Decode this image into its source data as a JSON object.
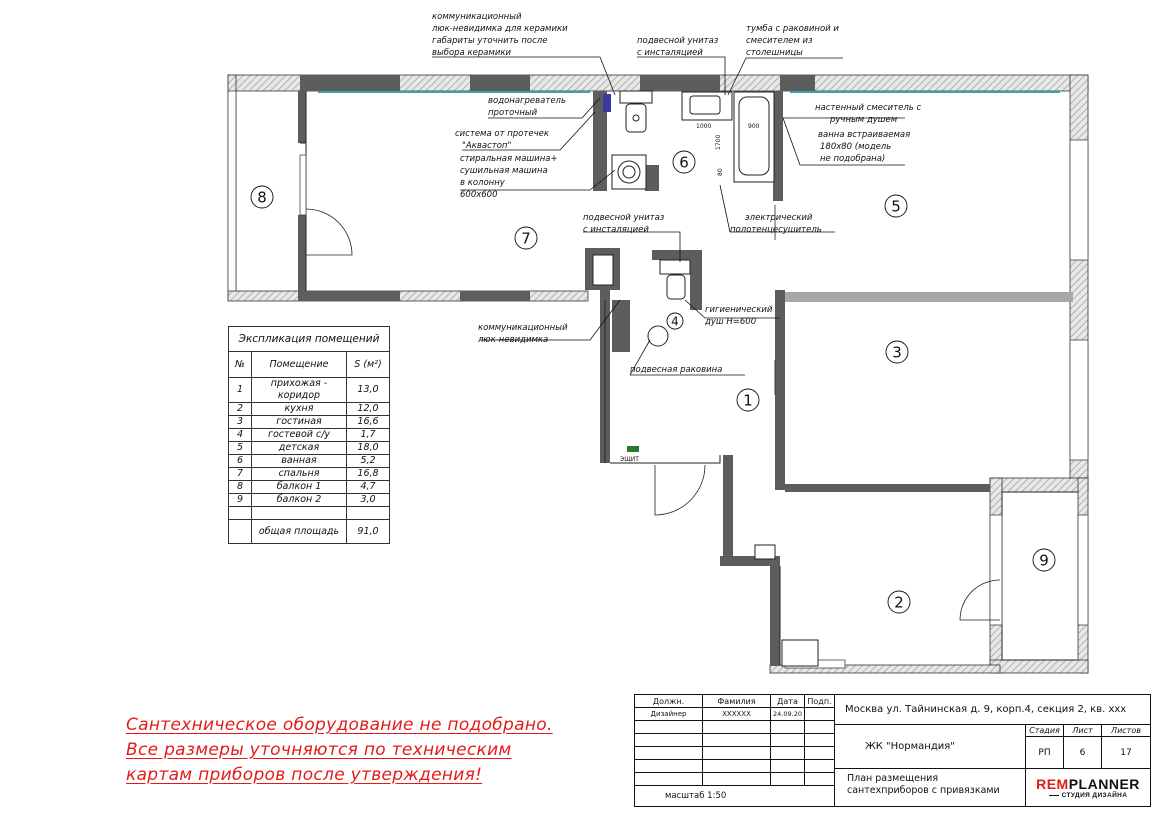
{
  "plan": {
    "rooms": [
      {
        "num": "1"
      },
      {
        "num": "2"
      },
      {
        "num": "3"
      },
      {
        "num": "4"
      },
      {
        "num": "5"
      },
      {
        "num": "6"
      },
      {
        "num": "7"
      },
      {
        "num": "8"
      },
      {
        "num": "9"
      }
    ],
    "notes": {
      "hatch1": "коммуникационный",
      "hatch2": "люк-невидимка для керамики",
      "hatch3": "габариты уточнить после",
      "hatch4": "выбора керамики",
      "wc_top1": "подвесной унитаз",
      "wc_top2": "с инсталяцией",
      "vanity1": "тумба с раковиной и",
      "vanity2": "смесителем из",
      "vanity3": "столешницы",
      "heater1": "водонагреватель",
      "heater2": "проточный",
      "aqua1": "система от протечек",
      "aqua2": "\"Аквастоп\"",
      "wm1": "стиральная машина+",
      "wm2": "сушильная машина",
      "wm3": "в колонну",
      "wm4": "600x600",
      "mixer1": "настенный смеситель с",
      "mixer2": "ручным душем",
      "bath1": "ванна встраиваемая",
      "bath2": "180x80 (модель",
      "bath3": "не подобрана)",
      "towel1": "электрический",
      "towel2": "полотенцесушитель",
      "wc_mid1": "подвесной унитаз",
      "wc_mid2": "с инсталяцией",
      "hyg1": "гигиенический",
      "hyg2": "душ H=600",
      "hatch_low1": "коммуникационный",
      "hatch_low2": "люк-невидимка",
      "sink": "подвесная раковина",
      "shield": "ЭЩИТ",
      "dim1000": "1000",
      "dim1700": "1700",
      "dim900": "900",
      "dim80": "80"
    }
  },
  "explication": {
    "title": "Экспликация помещений",
    "headers": [
      "№",
      "Помещение",
      "S (м²)"
    ],
    "rows": [
      {
        "n": "1",
        "name": "прихожая -\nкоридор",
        "s": "13,0"
      },
      {
        "n": "2",
        "name": "кухня",
        "s": "12,0"
      },
      {
        "n": "3",
        "name": "гостиная",
        "s": "16,6"
      },
      {
        "n": "4",
        "name": "гостевой с/у",
        "s": "1,7"
      },
      {
        "n": "5",
        "name": "детская",
        "s": "18,0"
      },
      {
        "n": "6",
        "name": "ванная",
        "s": "5,2"
      },
      {
        "n": "7",
        "name": "спальня",
        "s": "16,8"
      },
      {
        "n": "8",
        "name": "балкон 1",
        "s": "4,7"
      },
      {
        "n": "9",
        "name": "балкон 2",
        "s": "3,0"
      },
      {
        "n": "",
        "name": "",
        "s": ""
      }
    ],
    "total_label": "общая площадь",
    "total_value": "91,0"
  },
  "warning": [
    "Сантехническое оборудование не подобрано.",
    "Все размеры уточняются по техническим",
    "картам приборов после утверждения!"
  ],
  "stamp": {
    "h_role": "Должн.",
    "h_surname": "Фамилия",
    "h_date": "Дата",
    "h_sign": "Подп.",
    "role": "Дизайнер",
    "surname": "XXXXXX",
    "date": "24.09.20",
    "address": "Москва ул. Тайнинская д. 9, корп.4, секция 2, кв. ххх",
    "complex": "ЖК \"Нормандия\"",
    "h_stage": "Стадия",
    "h_sheet": "Лист",
    "h_sheets": "Листов",
    "stage": "РП",
    "sheet": "6",
    "sheets": "17",
    "drawing1": "План размещения",
    "drawing2": "сантехприборов с привязками",
    "scale": "масштаб 1:50",
    "logo1": "REMPLANNER",
    "logo2": "СТУДИЯ ДИЗАЙНА"
  },
  "colors": {
    "wall": "#5d5d5d",
    "hatch": "#bdbdbd",
    "glass": "#3aa0b5",
    "red": "#e31b1b",
    "green": "#2a7a2a"
  }
}
